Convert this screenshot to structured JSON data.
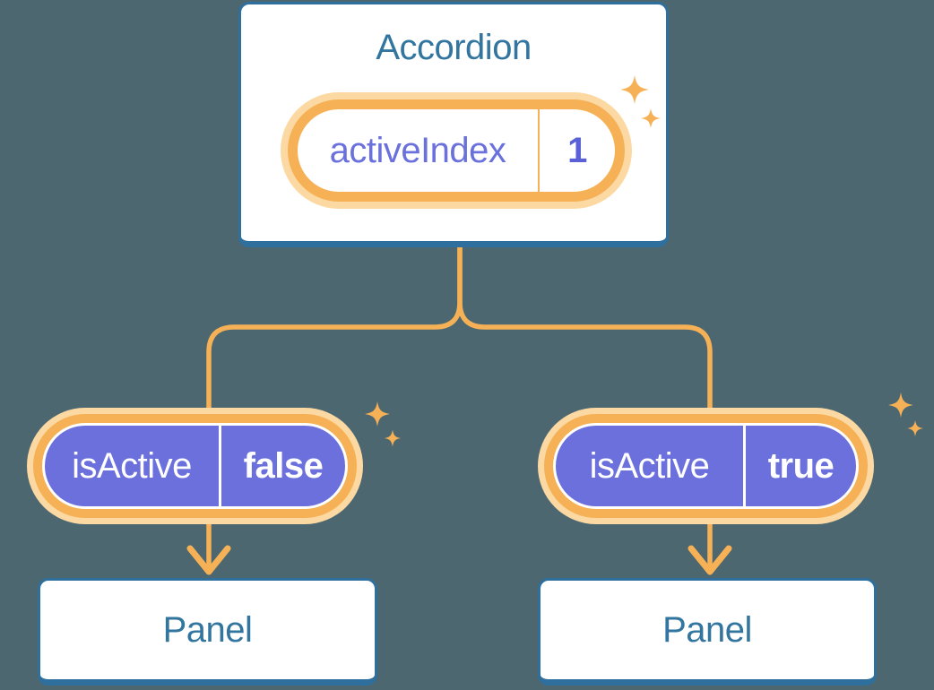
{
  "colors": {
    "background": "#4c6770",
    "card_background": "#ffffff",
    "card_border_blue": "#2f6f9d",
    "heading_text_blue": "#32759f",
    "accent_orange": "#f6b156",
    "accent_orange_light": "#fcd9a2",
    "state_purple": "#6b70dd",
    "state_label_purple": "#6a70dc",
    "state_value_purple": "#5a61d6",
    "pill_text_white": "#ffffff"
  },
  "icons": {
    "sparkle": "✦",
    "arrow_down": "↓"
  },
  "accordion": {
    "title": "Accordion",
    "state_pill": {
      "label": "activeIndex",
      "value": "1"
    }
  },
  "children": [
    {
      "prop_pill": {
        "label": "isActive",
        "value": "false"
      },
      "panel": {
        "title": "Panel"
      }
    },
    {
      "prop_pill": {
        "label": "isActive",
        "value": "true"
      },
      "panel": {
        "title": "Panel"
      }
    }
  ]
}
